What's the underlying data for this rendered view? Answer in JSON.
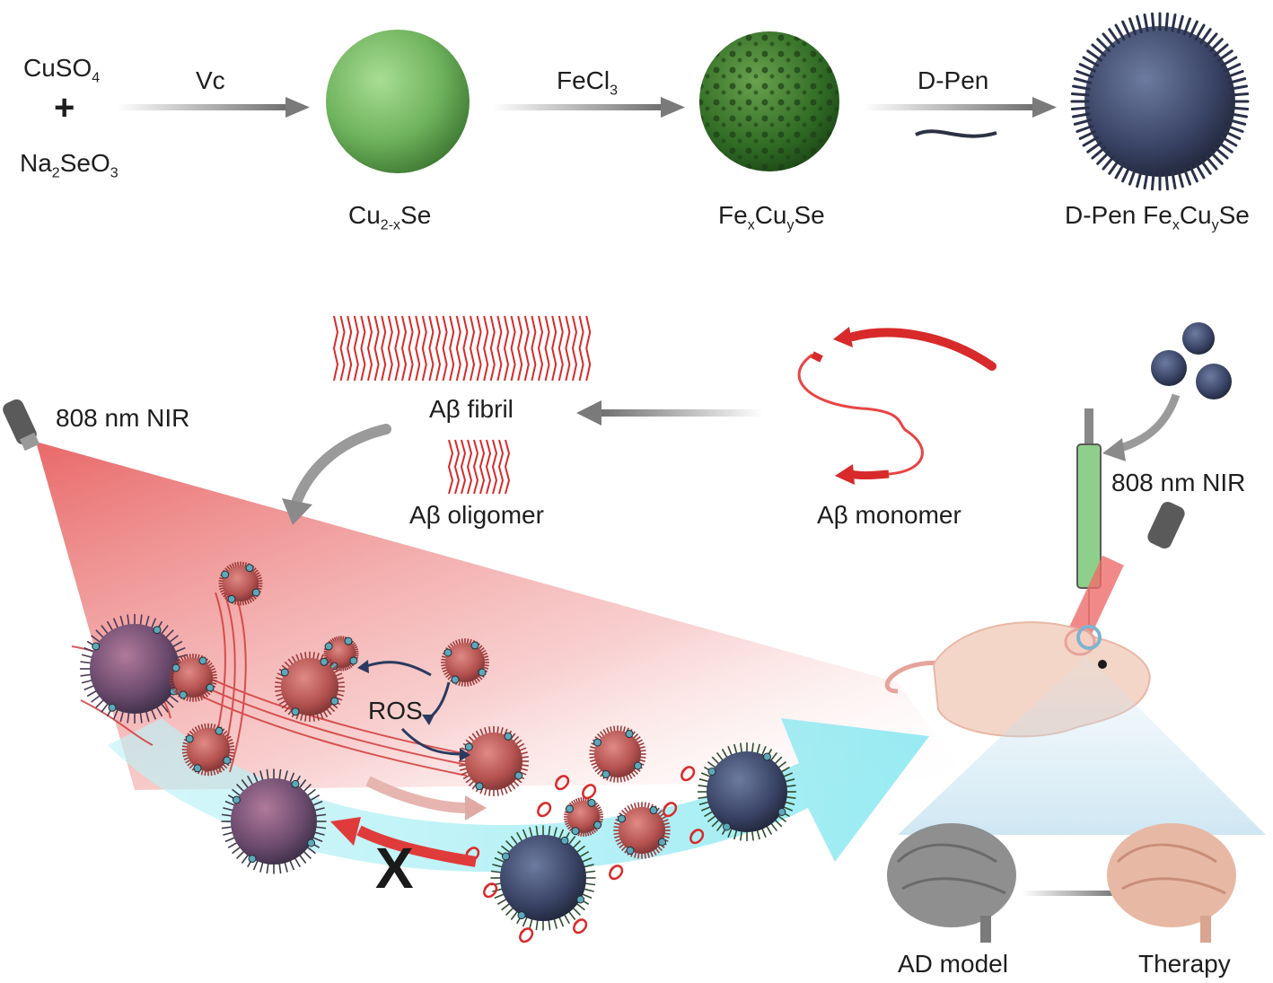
{
  "synthesis": {
    "reactant1": {
      "main": "CuSO",
      "sub": "4"
    },
    "plus": "+",
    "reactant2": {
      "a": "Na",
      "s1": "2",
      "b": "SeO",
      "s2": "3"
    },
    "step1_reagent": "Vc",
    "step2_reagent": {
      "main": "FeCl",
      "sub": "3"
    },
    "step3_reagent": "D-Pen",
    "product1": {
      "a": "Cu",
      "s1": "2-x",
      "b": "Se"
    },
    "product2": {
      "a": "Fe",
      "s1": "x",
      "b": "Cu",
      "s2": "y",
      "c": "Se"
    },
    "product3": {
      "a": "D-Pen Fe",
      "s1": "x",
      "b": "Cu",
      "s2": "y",
      "c": "Se"
    }
  },
  "mechanism": {
    "laser_label_left": "808 nm NIR",
    "fibril_label": "Aβ fibril",
    "oligomer_label": "Aβ oligomer",
    "monomer_label": "Aβ monomer",
    "ros_label": "ROS",
    "block_mark": "X",
    "laser_label_right": "808 nm NIR",
    "ad_model_label": "AD model",
    "therapy_label": "Therapy"
  },
  "colors": {
    "sphere_green": "#7dbf6e",
    "sphere_dark_green": "#3f7f2c",
    "particle_navy": "#3c4568",
    "protein_red": "#d82a2a",
    "laser_red": "#e23b3b",
    "flow_cyan": "#8ee8f0",
    "arrow_gray": "#8a8a8a"
  }
}
